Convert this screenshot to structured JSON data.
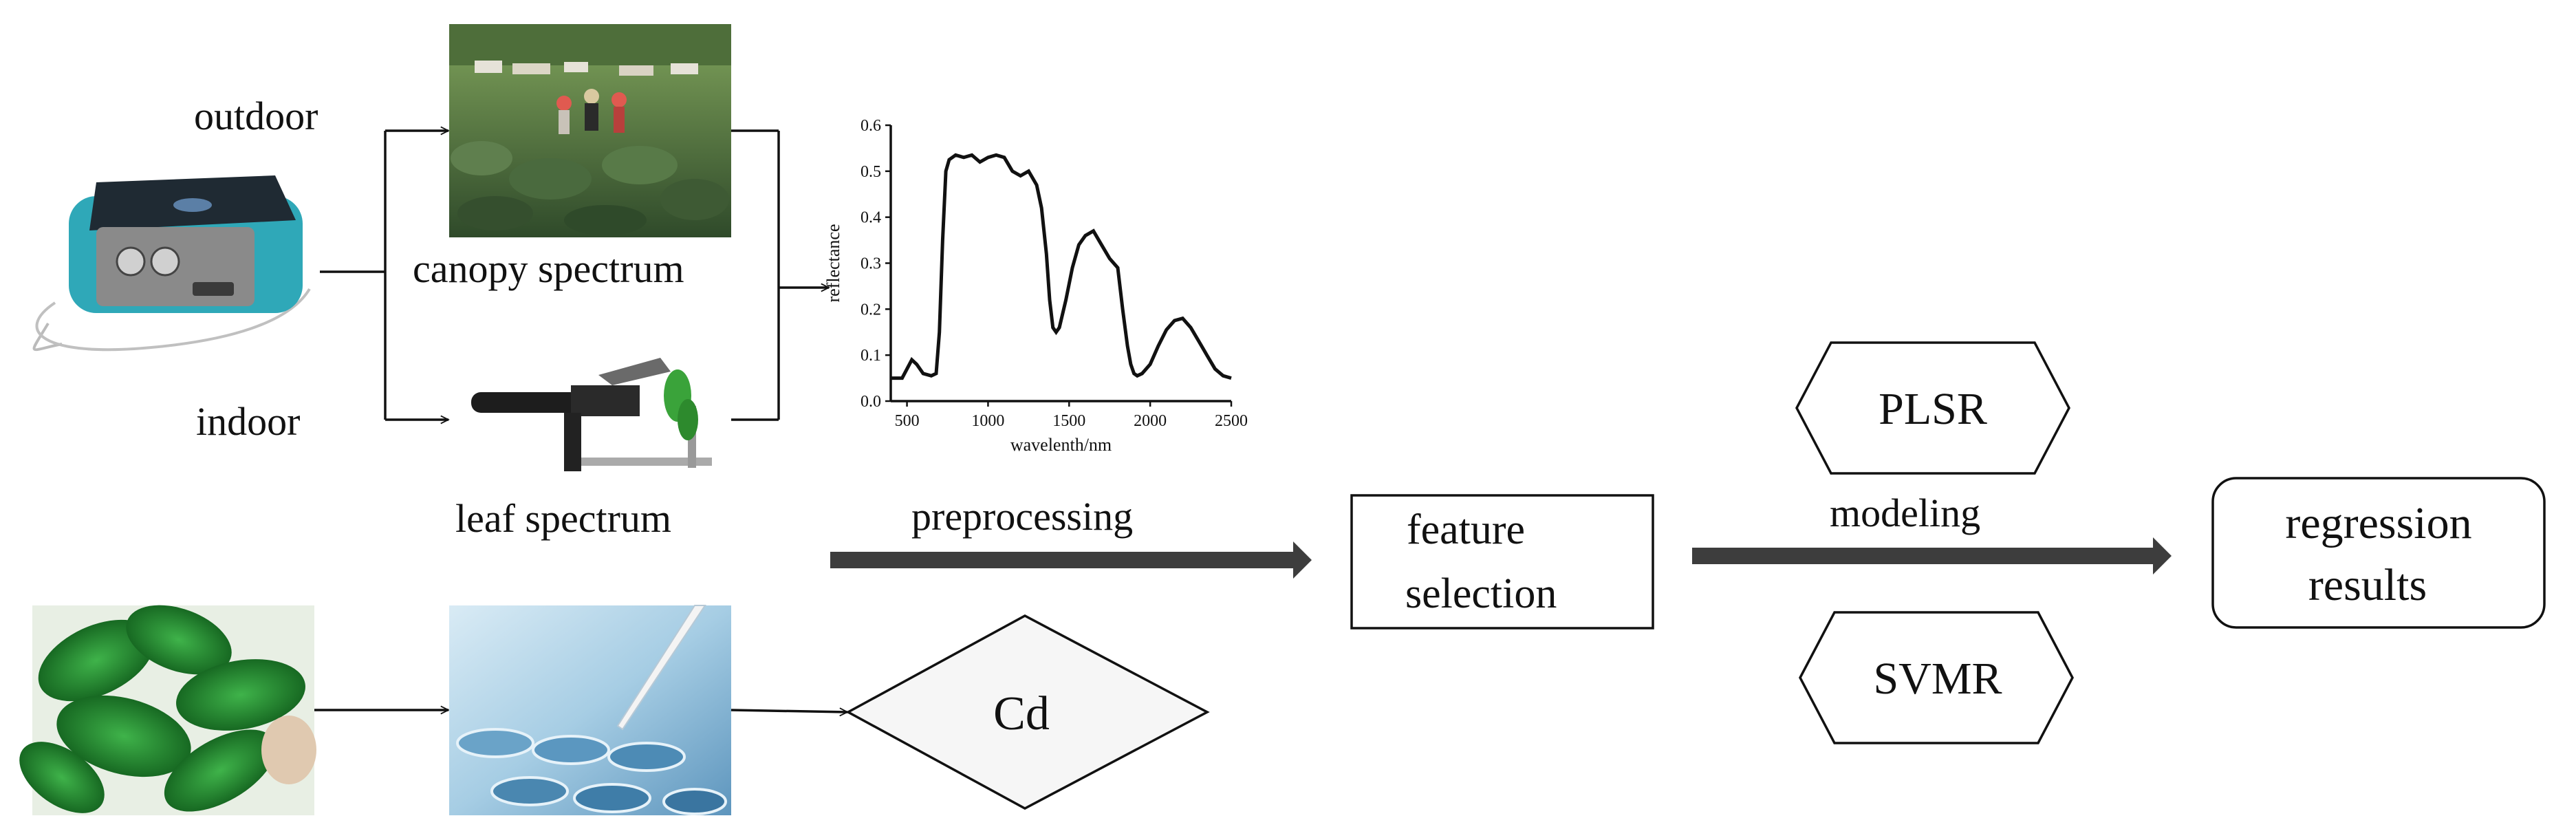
{
  "labels": {
    "outdoor": "outdoor",
    "indoor": "indoor",
    "canopy_spectrum": "canopy spectrum",
    "leaf_spectrum": "leaf spectrum",
    "preprocessing": "preprocessing",
    "feature_selection_line1": "feature",
    "feature_selection_line2": "selection",
    "modeling": "modeling",
    "regression_line1": "regression",
    "regression_line2": "results",
    "plsr": "PLSR",
    "svmr": "SVMR",
    "cd": "Cd"
  },
  "colors": {
    "flow_arrow": "#3d3d3d",
    "spectrometer_body": "#2fa8b8",
    "spectrometer_top": "#1f2a33",
    "leaf_green": "#1f8a2a",
    "lab_blue": "#9fc6e0",
    "field_green": "#3c5a34"
  },
  "icons": {
    "spectrometer": "spectrometer-icon",
    "field_photo": "field-canopy-photo",
    "leaf_probe": "leaf-clip-probe-icon",
    "leaves": "fresh-leaves-photo",
    "lab_pipette": "lab-pipette-photo"
  },
  "chart_data": {
    "type": "line",
    "title": "",
    "xlabel": "wavelenth/nm",
    "ylabel": "reflectance",
    "xlim": [
      400,
      2500
    ],
    "ylim": [
      0,
      0.6
    ],
    "xticks": [
      500,
      1000,
      1500,
      2000,
      2500
    ],
    "yticks": [
      0.0,
      0.1,
      0.2,
      0.3,
      0.4,
      0.5,
      0.6
    ],
    "ytick_labels": [
      "0.0",
      "0.1",
      "0.2",
      "0.3",
      "0.4",
      "0.5",
      "0.6"
    ],
    "grid": false,
    "series": [
      {
        "x": [
          400,
          470,
          500,
          530,
          560,
          600,
          650,
          680,
          700,
          720,
          740,
          760,
          800,
          850,
          900,
          950,
          1000,
          1050,
          1100,
          1150,
          1200,
          1250,
          1300,
          1330,
          1360,
          1380,
          1400,
          1420,
          1440,
          1480,
          1520,
          1560,
          1600,
          1650,
          1700,
          1750,
          1800,
          1830,
          1860,
          1880,
          1900,
          1920,
          1950,
          2000,
          2050,
          2100,
          2150,
          2200,
          2250,
          2300,
          2350,
          2400,
          2450,
          2500
        ],
        "y": [
          0.05,
          0.05,
          0.07,
          0.09,
          0.08,
          0.06,
          0.055,
          0.06,
          0.15,
          0.35,
          0.5,
          0.525,
          0.535,
          0.53,
          0.535,
          0.52,
          0.53,
          0.535,
          0.53,
          0.5,
          0.49,
          0.5,
          0.47,
          0.42,
          0.32,
          0.22,
          0.16,
          0.15,
          0.16,
          0.22,
          0.29,
          0.34,
          0.36,
          0.37,
          0.34,
          0.31,
          0.29,
          0.2,
          0.12,
          0.08,
          0.06,
          0.055,
          0.06,
          0.08,
          0.12,
          0.155,
          0.175,
          0.18,
          0.16,
          0.13,
          0.1,
          0.07,
          0.055,
          0.05
        ]
      }
    ]
  }
}
